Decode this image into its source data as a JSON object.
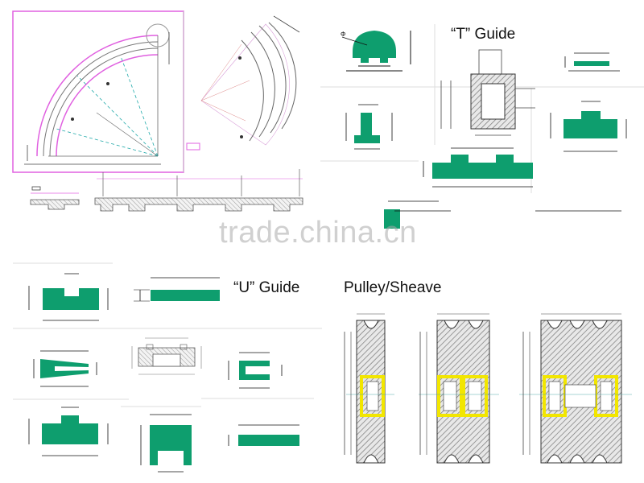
{
  "labels": {
    "t_guide": "“T” Guide",
    "u_guide": "“U” Guide",
    "pulley": "Pulley/Sheave",
    "watermark": "trade.china.cn"
  },
  "colors": {
    "guide_green": "#0e9e6e",
    "line_black": "#111111",
    "pink_frame": "#e060e0",
    "pulley_yellow": "#f2e600",
    "hatch_gray": "#888888"
  }
}
